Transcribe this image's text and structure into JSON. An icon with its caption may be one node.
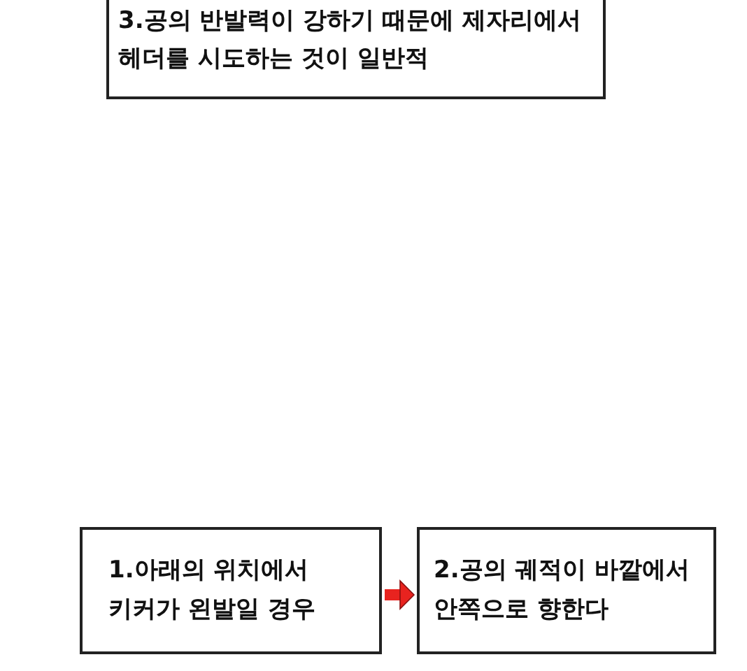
{
  "diagram": {
    "nodes": [
      {
        "text": [
          "3.공의 반발력이 강하기 때문에 제자리에서 헤더를 시도하는 것이 일반적"
        ]
      },
      {
        "text": [
          "1.아래의 위치에서 키커가 왼발일 경우"
        ]
      },
      {
        "text": [
          "2.공의 궤적이 바깥에서 안쪽으로 향한다"
        ]
      }
    ],
    "edges": [
      {
        "from": 1,
        "to": 2,
        "arrow": "to",
        "color": "#e8231f"
      }
    ]
  }
}
